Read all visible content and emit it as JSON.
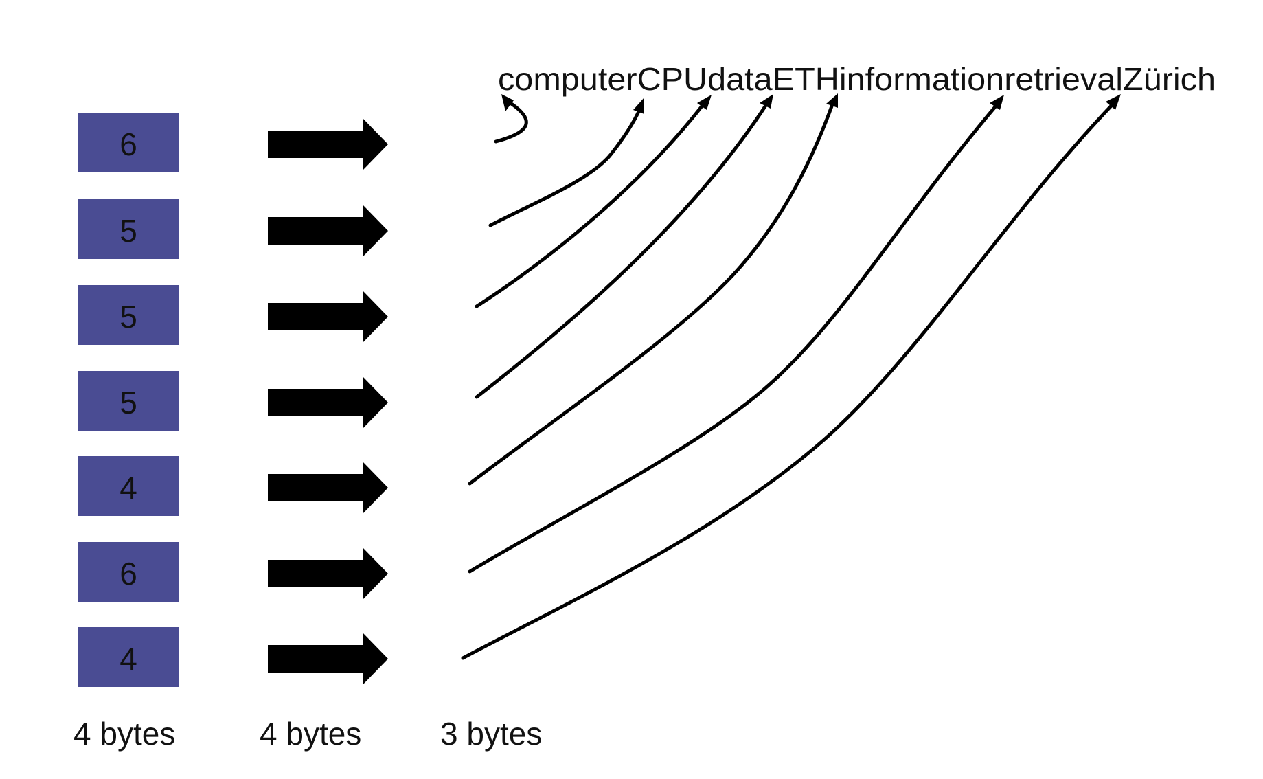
{
  "dictionary_string": "computerCPUdataETHinformationretrievalZürich",
  "rows": [
    {
      "length": "6"
    },
    {
      "length": "5"
    },
    {
      "length": "5"
    },
    {
      "length": "5"
    },
    {
      "length": "4"
    },
    {
      "length": "6"
    },
    {
      "length": "4"
    }
  ],
  "column_labels": {
    "length_column": "4 bytes",
    "arrow_column": "4 bytes",
    "pointer_column": "3 bytes"
  },
  "colors": {
    "box_fill": "#4a4c93",
    "arrow": "#000000",
    "text": "#111111"
  }
}
